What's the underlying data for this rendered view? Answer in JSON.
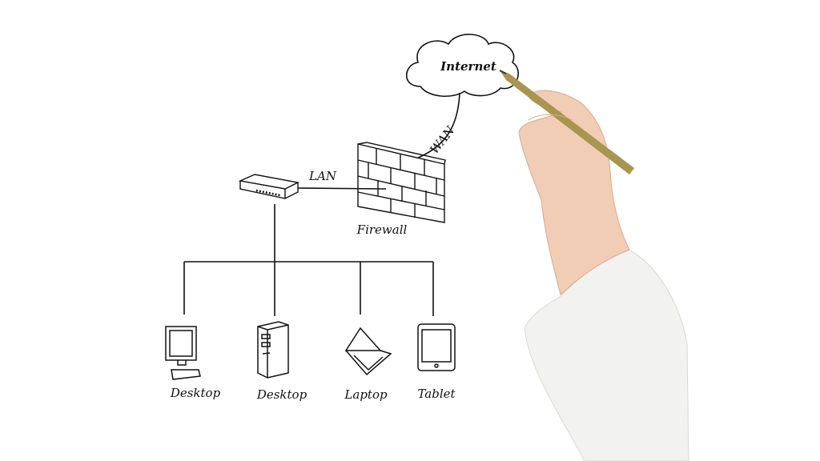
{
  "diagram": {
    "cloud_label": "Internet",
    "wan_label": "WAN",
    "lan_label": "LAN",
    "firewall_label": "Firewall",
    "devices": [
      {
        "label": "Desktop",
        "icon": "monitor-icon"
      },
      {
        "label": "Desktop",
        "icon": "tower-pc-icon"
      },
      {
        "label": "Laptop",
        "icon": "laptop-icon"
      },
      {
        "label": "Tablet",
        "icon": "tablet-icon"
      }
    ]
  },
  "colors": {
    "ink": "#111111",
    "pen": "#a89550",
    "skin": "#f1cdb5",
    "sleeve": "#f2f2f0"
  }
}
